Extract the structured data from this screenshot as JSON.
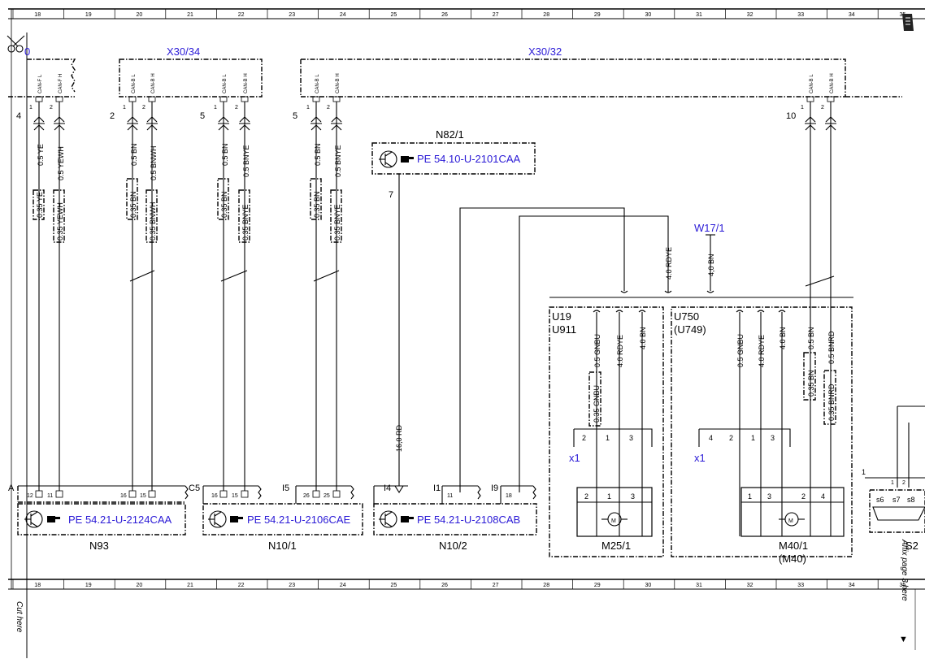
{
  "ruler": {
    "columns": [
      "18",
      "19",
      "20",
      "21",
      "22",
      "23",
      "24",
      "25",
      "26",
      "27",
      "28",
      "29",
      "30",
      "31",
      "32",
      "33",
      "34",
      "35"
    ]
  },
  "connectors_top": {
    "x30_34": "X30/34",
    "x30_32": "X30/32",
    "x30_left_fragment": "0"
  },
  "can_labels": {
    "f_l": "CAN-F L",
    "f_h": "CAN-F H",
    "b_l": "CAN-B L",
    "b_h": "CAN-B H"
  },
  "pins": {
    "p1": "1",
    "p2": "2",
    "p3": "3",
    "p4": "4",
    "g4": "4",
    "g2": "2",
    "g5a": "5",
    "g5b": "5",
    "g10": "10",
    "g7": "7"
  },
  "wires": {
    "w1": "0.5 YE",
    "w2": "0.5 YEWH",
    "w3": "0.5 BN",
    "w4": "0.5 BNWH",
    "w5": "0.5 BN",
    "w6": "0.5 BNYE",
    "w7": "0.5 BN",
    "w8": "0.5 BNYE",
    "t1": "0.35 YE",
    "t2": "0.35 YEWH",
    "t3": "0.35 BN",
    "t4": "0.35 BNWH",
    "t5": "0.35 BN",
    "t6": "0.35 BNYE",
    "t7": "0.35 BN",
    "t8": "0.35 BNYE",
    "rd16": "16,0 RD",
    "rdye_main": "4.0 RDYE",
    "bn_main": "4,0 BN",
    "m25_gnbu": "0.5 GNBU",
    "m25_gnbu_t": "0.35 GNBU",
    "m25_rdye": "4.0 RDYE",
    "m25_bn": "4.0 BN",
    "m40_gnbu": "0.5 GNBU",
    "m40_rdye": "4.0 RDYE",
    "m40_bn": "4.0 BN",
    "r_bn": "0.5 BN",
    "r_bnrd": "0.5 BNRD",
    "r_bn_t": "0.35 BN",
    "r_bnrd_t": "0.35 BNRD"
  },
  "n82": {
    "name": "N82/1",
    "ref": "PE 54.10-U-2101CAA"
  },
  "w17": "W17/1",
  "u19": {
    "a": "U19",
    "b": "U911"
  },
  "u750": {
    "a": "U750",
    "b": "(U749)"
  },
  "x1_a": "x1",
  "x1_b": "x1",
  "modules": [
    {
      "name": "N93",
      "ref": "PE 54.21-U-2124CAA",
      "tag": "A",
      "pins": [
        "12",
        "11",
        "16",
        "15"
      ]
    },
    {
      "name": "N10/1",
      "ref": "PE 54.21-U-2106CAE",
      "tag": "C5",
      "tag2": "I5",
      "pins": [
        "16",
        "15",
        "26",
        "25"
      ]
    },
    {
      "name": "N10/2",
      "ref": "PE 54.21-U-2108CAB",
      "tag": "I4",
      "tag2": "I1",
      "tag3": "I9",
      "pins": [
        "11",
        "18"
      ]
    }
  ],
  "motors": {
    "m25": "M25/1",
    "m40": "M40/1",
    "m40_alt": "(M40)",
    "motor_symbol": "M"
  },
  "s2": {
    "name": "S2",
    "pin": "1",
    "s6": "s6",
    "s7": "s7",
    "s8": "s8",
    "pins": [
      "1",
      "2"
    ]
  },
  "margin": {
    "cut_here": "Cut here",
    "affix": "Affix page 3 here",
    "arrow": "▼"
  },
  "icons": [
    "scissors-icon",
    "pointer-hand-icon",
    "transistor-icon",
    "motor-icon",
    "document-icon"
  ],
  "colors": {
    "link_blue": "#2a1ad6",
    "ink": "#000000"
  }
}
